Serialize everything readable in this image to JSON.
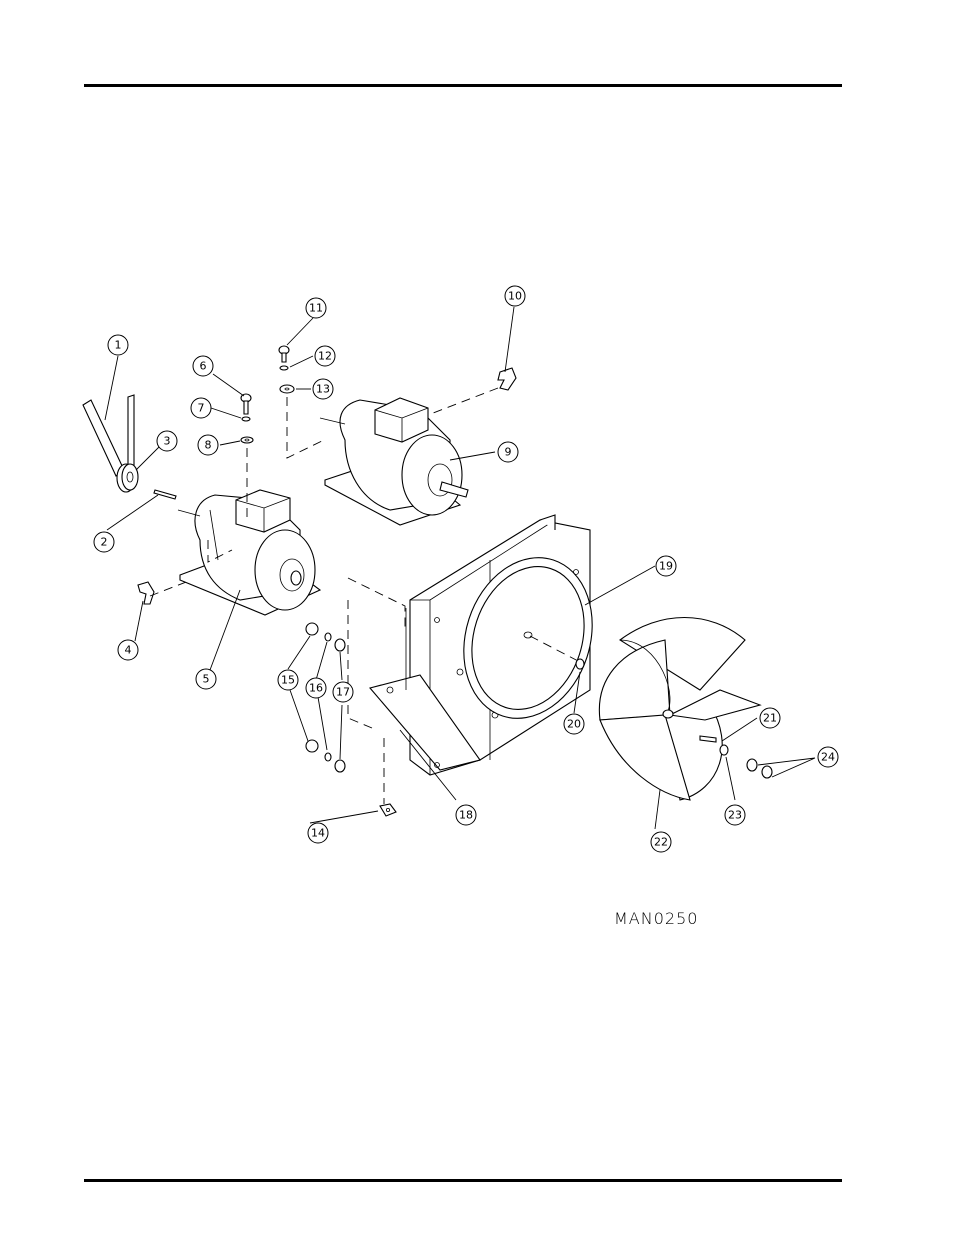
{
  "drawing_code": "MAN0250",
  "callouts": [
    "1",
    "2",
    "3",
    "4",
    "5",
    "6",
    "7",
    "8",
    "9",
    "10",
    "11",
    "12",
    "13",
    "14",
    "15",
    "16",
    "17",
    "18",
    "19",
    "20",
    "21",
    "22",
    "23",
    "24"
  ]
}
